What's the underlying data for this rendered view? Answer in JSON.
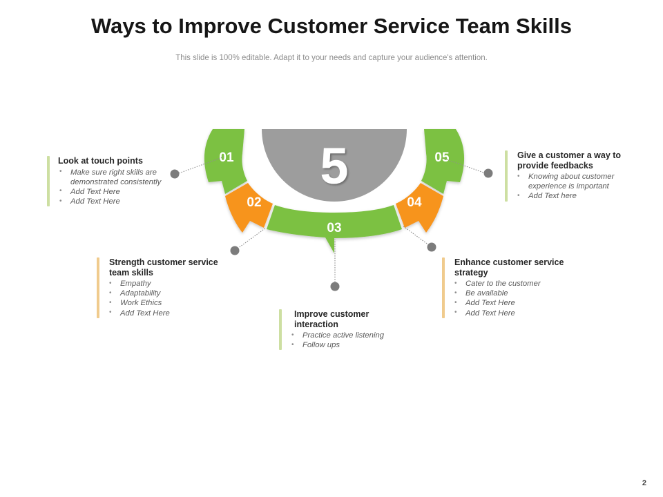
{
  "header": {
    "title": "Ways to Improve Customer Service Team Skills",
    "subtitle": "This slide is 100% editable. Adapt it to your needs and capture your audience's attention."
  },
  "diagram": {
    "center_value": "5",
    "center_color": "#9d9d9d",
    "green": "#7cc142",
    "orange": "#f7941d",
    "segments": [
      {
        "id": "01",
        "label": "01",
        "color": "#7cc142"
      },
      {
        "id": "02",
        "label": "02",
        "color": "#f7941d"
      },
      {
        "id": "03",
        "label": "03",
        "color": "#7cc142"
      },
      {
        "id": "04",
        "label": "04",
        "color": "#f7941d"
      },
      {
        "id": "05",
        "label": "05",
        "color": "#7cc142"
      }
    ]
  },
  "blocks": [
    {
      "key": "look-at-touch-points",
      "accent": "green",
      "accent_color": "#cddfa2",
      "heading": "Look at touch points",
      "bullets": [
        "Make sure right skills are demonstrated consistently",
        "Add Text Here",
        "Add Text Here"
      ]
    },
    {
      "key": "strength-customer-service-team-skills",
      "accent": "orange",
      "accent_color": "#f0cb8d",
      "heading": "Strength customer service team skills",
      "bullets": [
        "Empathy",
        "Adaptability",
        "Work Ethics",
        "Add Text Here"
      ]
    },
    {
      "key": "improve-customer-interaction",
      "accent": "green",
      "accent_color": "#cddfa2",
      "heading": "Improve customer interaction",
      "bullets": [
        "Practice active listening",
        "Follow ups"
      ]
    },
    {
      "key": "enhance-customer-service-strategy",
      "accent": "orange",
      "accent_color": "#f0cb8d",
      "heading": "Enhance customer service strategy",
      "bullets": [
        "Cater to the customer",
        "Be available",
        "Add Text Here",
        "Add Text Here"
      ]
    },
    {
      "key": "give-a-customer-a-way-to-provide-feedbacks",
      "accent": "green",
      "accent_color": "#cddfa2",
      "heading": "Give a customer  a way to provide feedbacks",
      "bullets": [
        "Knowing about customer experience is important",
        "Add Text here"
      ]
    }
  ],
  "footer": {
    "page_number": "2"
  }
}
